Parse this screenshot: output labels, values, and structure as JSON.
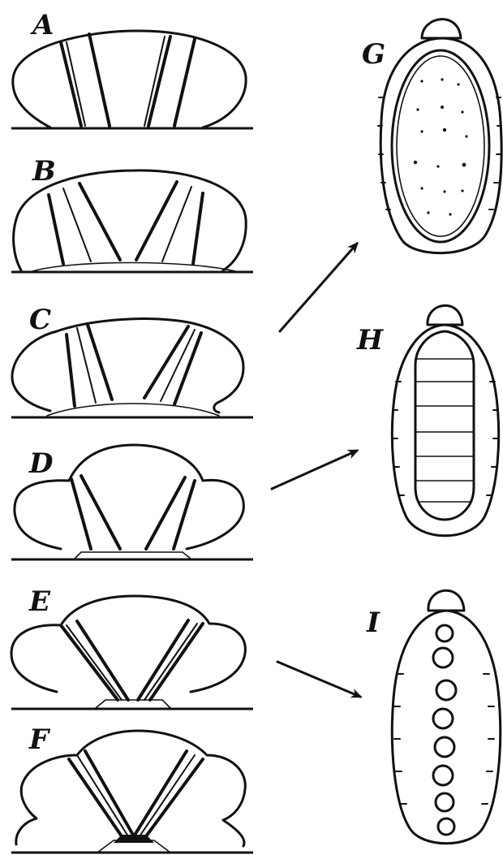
{
  "figure": {
    "panel_labels": {
      "A": "A",
      "B": "B",
      "C": "C",
      "D": "D",
      "E": "E",
      "F": "F",
      "G": "G",
      "H": "H",
      "I": "I"
    }
  }
}
